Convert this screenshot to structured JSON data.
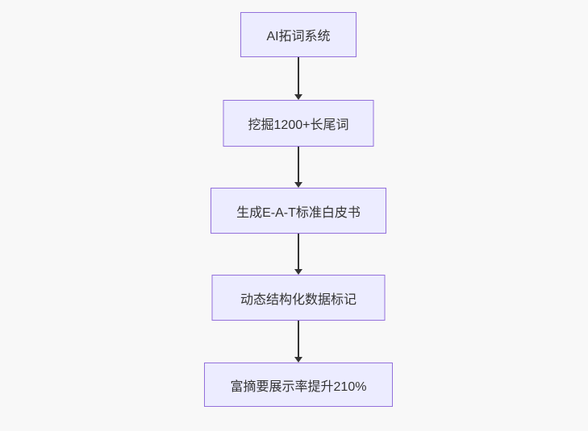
{
  "flowchart": {
    "type": "flowchart",
    "direction": "top-down",
    "nodes": [
      {
        "id": "n1",
        "label": "AI拓词系统"
      },
      {
        "id": "n2",
        "label": "挖掘1200+长尾词"
      },
      {
        "id": "n3",
        "label": "生成E-A-T标准白皮书"
      },
      {
        "id": "n4",
        "label": "动态结构化数据标记"
      },
      {
        "id": "n5",
        "label": "富摘要展示率提升210%"
      }
    ],
    "edges": [
      {
        "from": "n1",
        "to": "n2",
        "style": "arrow-down"
      },
      {
        "from": "n2",
        "to": "n3",
        "style": "arrow-down"
      },
      {
        "from": "n3",
        "to": "n4",
        "style": "arrow-down"
      },
      {
        "from": "n4",
        "to": "n5",
        "style": "arrow-down"
      }
    ],
    "colors": {
      "node_fill": "#ECECFF",
      "node_border": "#9370DB",
      "arrow": "#333333",
      "text": "#333333",
      "background": "#f8f8f8"
    }
  }
}
